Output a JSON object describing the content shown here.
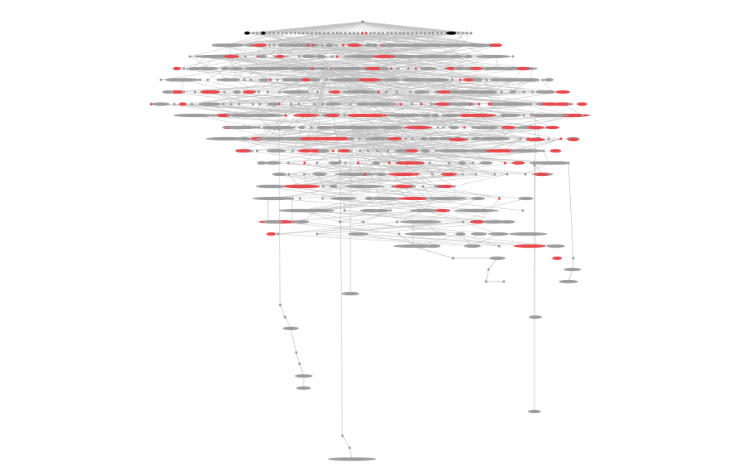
{
  "graph": {
    "type": "hierarchical-node-link-diagram",
    "colors": {
      "background": "#ffffff",
      "node_default": "#9e9e9e",
      "node_highlight": "#e84a4f",
      "node_root_marker": "#000000",
      "edge": "#c4c4c4"
    },
    "node_categories": [
      "default",
      "highlight",
      "root-marker"
    ],
    "labels_visible": false
  }
}
